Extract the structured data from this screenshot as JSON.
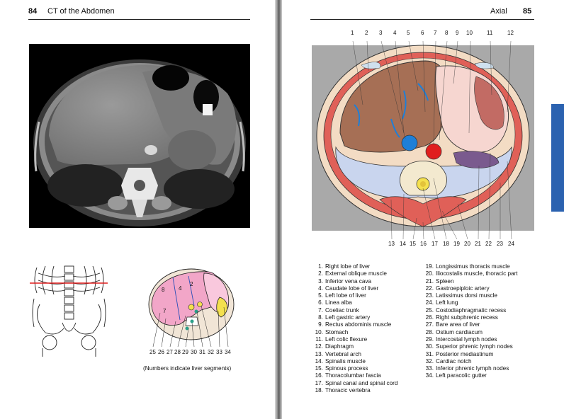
{
  "left_page": {
    "page_number": "84",
    "title": "CT of the Abdomen",
    "caption": "(Numbers indicate liver segments)",
    "mini_segments": [
      "8",
      "4",
      "2",
      "7"
    ],
    "mini_labels": [
      "25",
      "26",
      "27",
      "28",
      "29",
      "30",
      "31",
      "32",
      "33",
      "34"
    ]
  },
  "right_page": {
    "page_number": "85",
    "title": "Axial",
    "top_labels": [
      "1",
      "2",
      "3",
      "4",
      "5",
      "6",
      "7",
      "8",
      "9",
      "10",
      "11",
      "12"
    ],
    "bottom_labels": [
      "13",
      "14",
      "15",
      "16",
      "17",
      "18",
      "19",
      "20",
      "21",
      "22",
      "23",
      "24"
    ],
    "legend_col_1": [
      {
        "n": "1.",
        "text": "Right lobe of liver"
      },
      {
        "n": "2.",
        "text": "External oblique muscle"
      },
      {
        "n": "3.",
        "text": "Inferior vena cava"
      },
      {
        "n": "4.",
        "text": "Caudate lobe of liver"
      },
      {
        "n": "5.",
        "text": "Left lobe of liver"
      },
      {
        "n": "6.",
        "text": "Linea alba"
      },
      {
        "n": "7.",
        "text": "Coeliac trunk"
      },
      {
        "n": "8.",
        "text": "Left gastric artery"
      },
      {
        "n": "9.",
        "text": "Rectus abdominis muscle"
      },
      {
        "n": "10.",
        "text": "Stomach"
      },
      {
        "n": "11.",
        "text": "Left colic flexure"
      },
      {
        "n": "12.",
        "text": "Diaphragm"
      },
      {
        "n": "13.",
        "text": "Vertebral arch"
      },
      {
        "n": "14.",
        "text": "Spinalis muscle"
      },
      {
        "n": "15.",
        "text": "Spinous process"
      },
      {
        "n": "16.",
        "text": "Thoracolumbar fascia"
      },
      {
        "n": "17.",
        "text": "Spinal canal and spinal cord"
      },
      {
        "n": "18.",
        "text": "Thoracic vertebra"
      }
    ],
    "legend_col_2": [
      {
        "n": "19.",
        "text": "Longissimus thoracis muscle"
      },
      {
        "n": "20.",
        "text": "Iliocostalis muscle, thoracic part"
      },
      {
        "n": "21.",
        "text": "Spleen"
      },
      {
        "n": "22.",
        "text": "Gastroepiploic artery"
      },
      {
        "n": "23.",
        "text": "Latissimus dorsi muscle"
      },
      {
        "n": "24.",
        "text": "Left lung"
      },
      {
        "n": "25.",
        "text": "Costodiaphragmatic recess"
      },
      {
        "n": "26.",
        "text": "Right subphrenic recess"
      },
      {
        "n": "27.",
        "text": "Bare area of liver"
      },
      {
        "n": "28.",
        "text": "Ostium cardiacum"
      },
      {
        "n": "29.",
        "text": "Intercostal lymph nodes"
      },
      {
        "n": "30.",
        "text": "Superior phrenic lymph nodes"
      },
      {
        "n": "31.",
        "text": "Posterior mediastinum"
      },
      {
        "n": "32.",
        "text": "Cardiac notch"
      },
      {
        "n": "33.",
        "text": "Inferior phrenic lymph nodes"
      },
      {
        "n": "34.",
        "text": "Left paracolic gutter"
      }
    ]
  },
  "colors": {
    "liver": "#a66f55",
    "muscle": "#e06058",
    "lung": "#c9d5ee",
    "fat": "#f3dcc4",
    "artery": "#e01e1e",
    "vein": "#1e7fd8",
    "tab": "#2b62b0",
    "scout_line": "#e01e1e",
    "mini_liver": "#f2a6c8",
    "mini_spleen": "#f4e04e"
  }
}
